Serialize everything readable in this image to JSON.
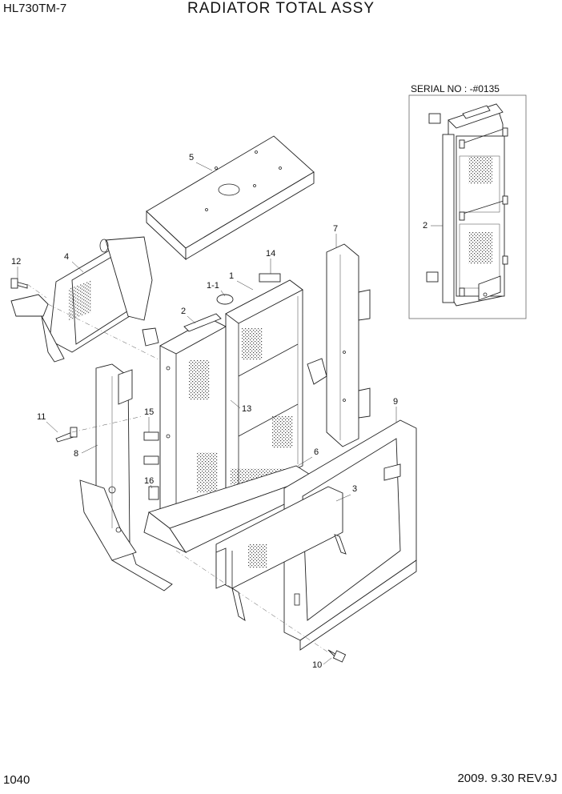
{
  "header": {
    "model": "HL730TM-7",
    "title": "RADIATOR TOTAL ASSY"
  },
  "footer": {
    "page_number": "1040",
    "revision": "2009. 9.30  REV.9J"
  },
  "inset": {
    "serial_label": "SERIAL NO : -#0135",
    "callout": "2"
  },
  "callouts": [
    "1",
    "1-1",
    "2",
    "3",
    "4",
    "5",
    "6",
    "7",
    "8",
    "9",
    "10",
    "11",
    "12",
    "13",
    "14",
    "15",
    "16"
  ]
}
